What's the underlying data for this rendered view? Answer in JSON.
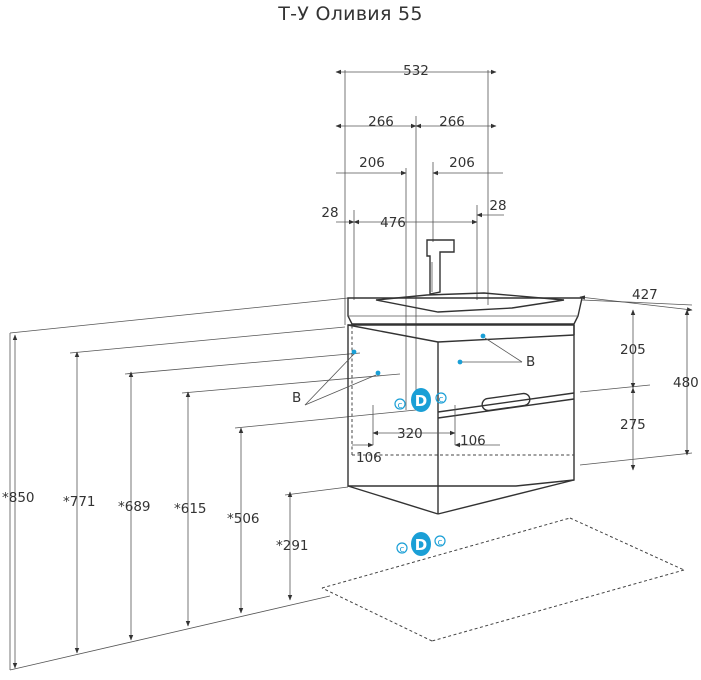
{
  "title": "Т-У Оливия 55",
  "dimensions": {
    "top_width": "532",
    "half_left": "266",
    "half_right": "266",
    "offset_left": "206",
    "offset_right": "206",
    "edge_left": "28",
    "inner_width": "476",
    "edge_right": "28",
    "depth": "427",
    "upper_drawer": "205",
    "lower_drawer": "275",
    "total_height": "480",
    "h_850": "*850",
    "h_771": "*771",
    "h_689": "*689",
    "h_615": "*615",
    "h_506": "*506",
    "h_291": "*291",
    "width_320": "320",
    "left_106": "106",
    "right_106": "106"
  },
  "labels": {
    "b_left": "B",
    "b_right": "B",
    "c_left_upper": "c",
    "d_upper": "D",
    "c_right_upper": "c",
    "c_left_lower": "c",
    "d_lower": "D",
    "c_right_lower": "c"
  },
  "colors": {
    "accent": "#1a9fd6",
    "line": "#333333"
  }
}
